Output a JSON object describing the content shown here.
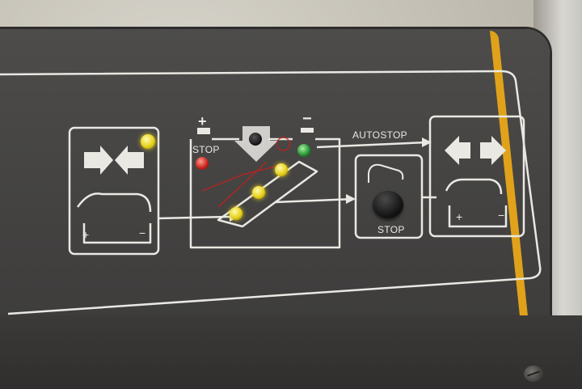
{
  "panel": {
    "battery_stop_label": "STOP",
    "autostop_label": "AUTOSTOP",
    "button_stop_label": "STOP",
    "plus_sign": "+",
    "minus_sign": "−",
    "left_icon_plus": "+",
    "left_icon_minus": "−",
    "right_icon_plus": "+",
    "right_icon_minus": "−"
  },
  "colors": {
    "panel": "#454442",
    "accent_trim": "#e0a21a",
    "led_yellow": "#e8d21a",
    "led_green": "#1f8f2f",
    "led_red": "#c5201a",
    "line_art": "#e9e8e3"
  },
  "icons": {
    "left": "arrows-inward-battery-connector-icon",
    "right": "arrows-outward-battery-connector-icon",
    "button": "finger-press-icon"
  }
}
